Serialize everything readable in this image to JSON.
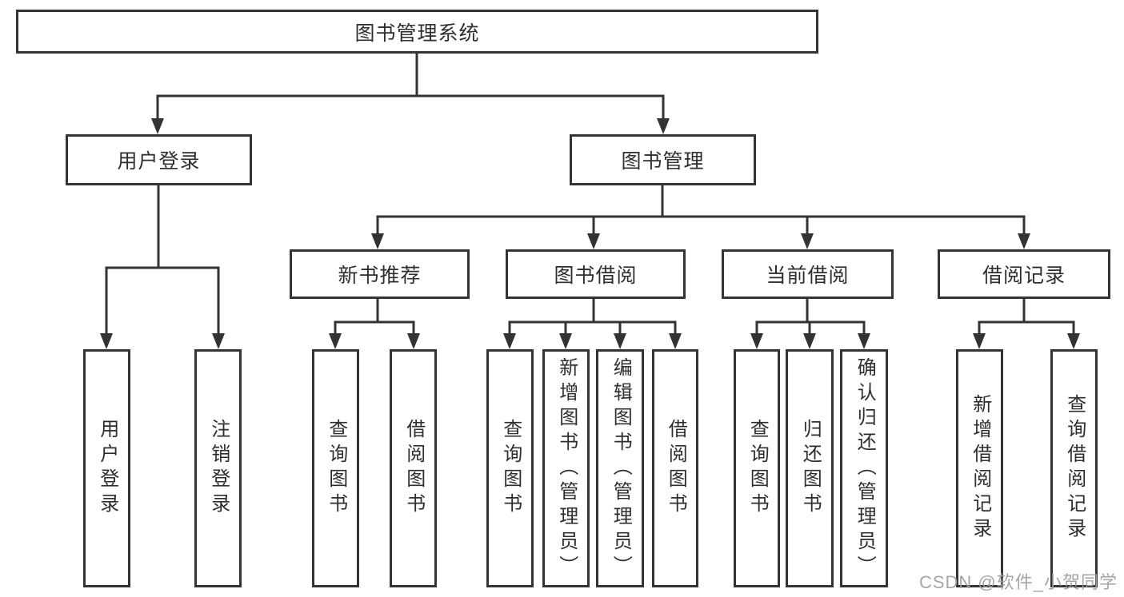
{
  "diagram": {
    "root": {
      "label": "图书管理系统"
    },
    "level2": [
      {
        "id": "user-login",
        "label": "用户登录"
      },
      {
        "id": "book-management",
        "label": "图书管理"
      }
    ],
    "level3": [
      {
        "id": "new-book-recommend",
        "label": "新书推荐"
      },
      {
        "id": "book-borrow",
        "label": "图书借阅"
      },
      {
        "id": "current-borrow",
        "label": "当前借阅"
      },
      {
        "id": "borrow-records",
        "label": "借阅记录"
      }
    ],
    "leaves": [
      {
        "group": "user-login",
        "label": "用户登录"
      },
      {
        "group": "user-login",
        "label": "注销登录"
      },
      {
        "group": "new-book-recommend",
        "label": "查询图书"
      },
      {
        "group": "new-book-recommend",
        "label": "借阅图书"
      },
      {
        "group": "book-borrow",
        "label": "查询图书"
      },
      {
        "group": "book-borrow",
        "label": "新增图书（管理员）"
      },
      {
        "group": "book-borrow",
        "label": "编辑图书（管理员）"
      },
      {
        "group": "book-borrow",
        "label": "借阅图书"
      },
      {
        "group": "current-borrow",
        "label": "查询图书"
      },
      {
        "group": "current-borrow",
        "label": "归还图书"
      },
      {
        "group": "current-borrow",
        "label": "确认归还（管理员）"
      },
      {
        "group": "borrow-records",
        "label": "新增借阅记录"
      },
      {
        "group": "borrow-records",
        "label": "查询借阅记录"
      }
    ],
    "line_color": "#333333",
    "watermark": "CSDN @软件_小贺同学"
  }
}
